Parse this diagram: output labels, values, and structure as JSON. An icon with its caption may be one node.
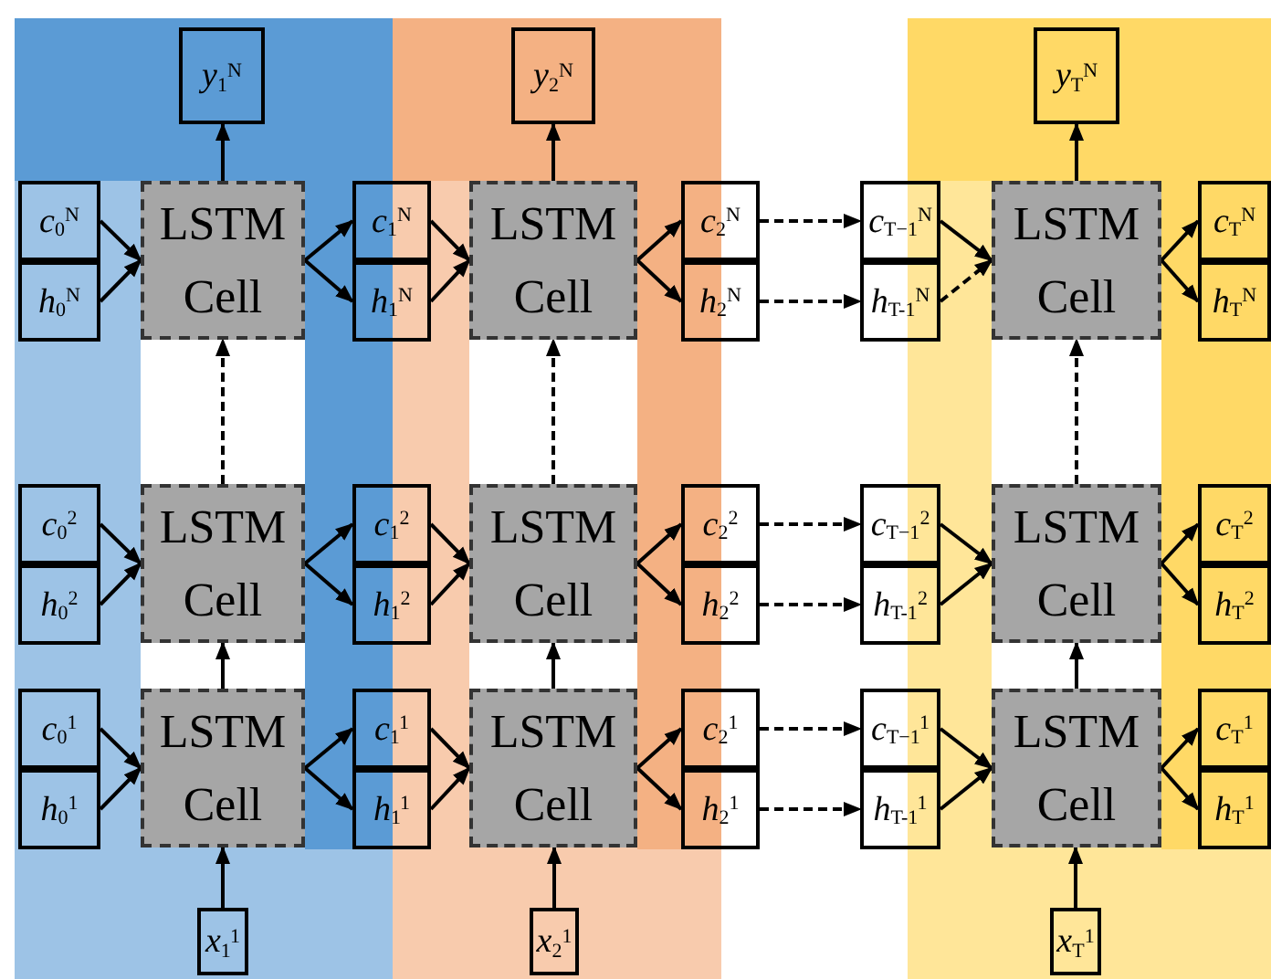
{
  "diagram": {
    "nodes": [
      {
        "text": [
          "*y*$_{1}$$^{N}$"
        ]
      },
      {
        "text": [
          "*y*$_{2}$$^{N}$"
        ]
      },
      {
        "text": [
          "*y*$_{T}$$^{N}$"
        ]
      },
      {
        "text": [
          "*c*$_{0}$$^{N}$"
        ]
      },
      {
        "text": [
          "*h*$_{0}$$^{N}$"
        ]
      },
      {
        "text": [
          "LSTM Cell"
        ]
      },
      {
        "text": [
          "*c*$_{1}$$^{N}$"
        ]
      },
      {
        "text": [
          "*h*$_{1}$$^{N}$"
        ]
      },
      {
        "text": [
          "LSTM Cell"
        ]
      },
      {
        "text": [
          "*c*$_{2}$$^{N}$"
        ]
      },
      {
        "text": [
          "*h*$_{2}$$^{N}$"
        ]
      },
      {
        "text": [
          "*c*$_{T−1}$$^{N}$"
        ]
      },
      {
        "text": [
          "*h*$_{T-1}$$^{N}$"
        ]
      },
      {
        "text": [
          "LSTM Cell"
        ]
      },
      {
        "text": [
          "*c*$_{T}$$^{N}$"
        ]
      },
      {
        "text": [
          "*h*$_{T}$$^{N}$"
        ]
      },
      {
        "text": [
          "*c*$_{0}$$^{2}$"
        ]
      },
      {
        "text": [
          "*h*$_{0}$$^{2}$"
        ]
      },
      {
        "text": [
          "LSTM Cell"
        ]
      },
      {
        "text": [
          "*c*$_{1}$$^{2}$"
        ]
      },
      {
        "text": [
          "*h*$_{1}$$^{2}$"
        ]
      },
      {
        "text": [
          "LSTM Cell"
        ]
      },
      {
        "text": [
          "*c*$_{2}$$^{2}$"
        ]
      },
      {
        "text": [
          "*h*$_{2}$$^{2}$"
        ]
      },
      {
        "text": [
          "*c*$_{T−1}$$^{2}$"
        ]
      },
      {
        "text": [
          "*h*$_{T-1}$$^{2}$"
        ]
      },
      {
        "text": [
          "LSTM Cell"
        ]
      },
      {
        "text": [
          "*c*$_{T}$$^{2}$"
        ]
      },
      {
        "text": [
          "*h*$_{T}$$^{2}$"
        ]
      },
      {
        "text": [
          "*c*$_{0}$$^{1}$"
        ]
      },
      {
        "text": [
          "*h*$_{0}$$^{1}$"
        ]
      },
      {
        "text": [
          "LSTM Cell"
        ]
      },
      {
        "text": [
          "*c*$_{1}$$^{1}$"
        ]
      },
      {
        "text": [
          "*h*$_{1}$$^{1}$"
        ]
      },
      {
        "text": [
          "LSTM Cell"
        ]
      },
      {
        "text": [
          "*c*$_{2}$$^{1}$"
        ]
      },
      {
        "text": [
          "*h*$_{2}$$^{1}$"
        ]
      },
      {
        "text": [
          "*c*$_{T−1}$$^{1}$"
        ]
      },
      {
        "text": [
          "*h*$_{T-1}$$^{1}$"
        ]
      },
      {
        "text": [
          "LSTM Cell"
        ]
      },
      {
        "text": [
          "*c*$_{T}$$^{1}$"
        ]
      },
      {
        "text": [
          "*h*$_{T}$$^{1}$"
        ]
      },
      {
        "text": [
          "*x*$_{1}$$^{1}$"
        ]
      },
      {
        "text": [
          "*x*$_{2}$$^{1}$"
        ]
      },
      {
        "text": [
          "*x*$_{T}$$^{1}$"
        ]
      }
    ],
    "edges": [
      {
        "from": 3,
        "to": 5,
        "arrow": "to"
      },
      {
        "from": 4,
        "to": 5,
        "arrow": "to"
      },
      {
        "from": 5,
        "to": 6,
        "arrow": "to"
      },
      {
        "from": 5,
        "to": 7,
        "arrow": "to"
      },
      {
        "from": 6,
        "to": 8,
        "arrow": "to"
      },
      {
        "from": 7,
        "to": 8,
        "arrow": "to"
      },
      {
        "from": 8,
        "to": 9,
        "arrow": "to"
      },
      {
        "from": 8,
        "to": 10,
        "arrow": "to"
      },
      {
        "from": 9,
        "to": 11,
        "arrow": "to",
        "style": "dashed"
      },
      {
        "from": 10,
        "to": 12,
        "arrow": "to",
        "style": "dashed"
      },
      {
        "from": 11,
        "to": 13,
        "arrow": "to"
      },
      {
        "from": 12,
        "to": 13,
        "arrow": "to",
        "style": "dashed"
      },
      {
        "from": 13,
        "to": 14,
        "arrow": "to"
      },
      {
        "from": 13,
        "to": 15,
        "arrow": "to"
      },
      {
        "from": 16,
        "to": 18,
        "arrow": "to"
      },
      {
        "from": 17,
        "to": 18,
        "arrow": "to"
      },
      {
        "from": 18,
        "to": 19,
        "arrow": "to"
      },
      {
        "from": 18,
        "to": 20,
        "arrow": "to"
      },
      {
        "from": 19,
        "to": 21,
        "arrow": "to"
      },
      {
        "from": 20,
        "to": 21,
        "arrow": "to"
      },
      {
        "from": 21,
        "to": 22,
        "arrow": "to"
      },
      {
        "from": 21,
        "to": 23,
        "arrow": "to"
      },
      {
        "from": 22,
        "to": 24,
        "arrow": "to",
        "style": "dashed"
      },
      {
        "from": 23,
        "to": 25,
        "arrow": "to",
        "style": "dashed"
      },
      {
        "from": 24,
        "to": 26,
        "arrow": "to"
      },
      {
        "from": 25,
        "to": 26,
        "arrow": "to"
      },
      {
        "from": 26,
        "to": 27,
        "arrow": "to"
      },
      {
        "from": 26,
        "to": 28,
        "arrow": "to"
      },
      {
        "from": 29,
        "to": 31,
        "arrow": "to"
      },
      {
        "from": 30,
        "to": 31,
        "arrow": "to"
      },
      {
        "from": 31,
        "to": 32,
        "arrow": "to"
      },
      {
        "from": 31,
        "to": 33,
        "arrow": "to"
      },
      {
        "from": 32,
        "to": 34,
        "arrow": "to"
      },
      {
        "from": 33,
        "to": 34,
        "arrow": "to"
      },
      {
        "from": 34,
        "to": 35,
        "arrow": "to"
      },
      {
        "from": 34,
        "to": 36,
        "arrow": "to"
      },
      {
        "from": 35,
        "to": 37,
        "arrow": "to",
        "style": "dashed"
      },
      {
        "from": 36,
        "to": 38,
        "arrow": "to",
        "style": "dashed"
      },
      {
        "from": 37,
        "to": 39,
        "arrow": "to"
      },
      {
        "from": 38,
        "to": 39,
        "arrow": "to"
      },
      {
        "from": 39,
        "to": 40,
        "arrow": "to"
      },
      {
        "from": 39,
        "to": 41,
        "arrow": "to"
      },
      {
        "from": 42,
        "to": 31,
        "arrow": "to"
      },
      {
        "from": 43,
        "to": 34,
        "arrow": "to"
      },
      {
        "from": 44,
        "to": 39,
        "arrow": "to"
      },
      {
        "from": 31,
        "to": 18,
        "arrow": "to"
      },
      {
        "from": 34,
        "to": 21,
        "arrow": "to"
      },
      {
        "from": 39,
        "to": 26,
        "arrow": "to"
      },
      {
        "from": 18,
        "to": 5,
        "arrow": "to",
        "style": "dashed"
      },
      {
        "from": 21,
        "to": 8,
        "arrow": "to",
        "style": "dashed"
      },
      {
        "from": 26,
        "to": 13,
        "arrow": "to",
        "style": "dashed"
      },
      {
        "from": 5,
        "to": 0,
        "arrow": "to"
      },
      {
        "from": 8,
        "to": 1,
        "arrow": "to"
      },
      {
        "from": 13,
        "to": 2,
        "arrow": "to"
      }
    ]
  }
}
